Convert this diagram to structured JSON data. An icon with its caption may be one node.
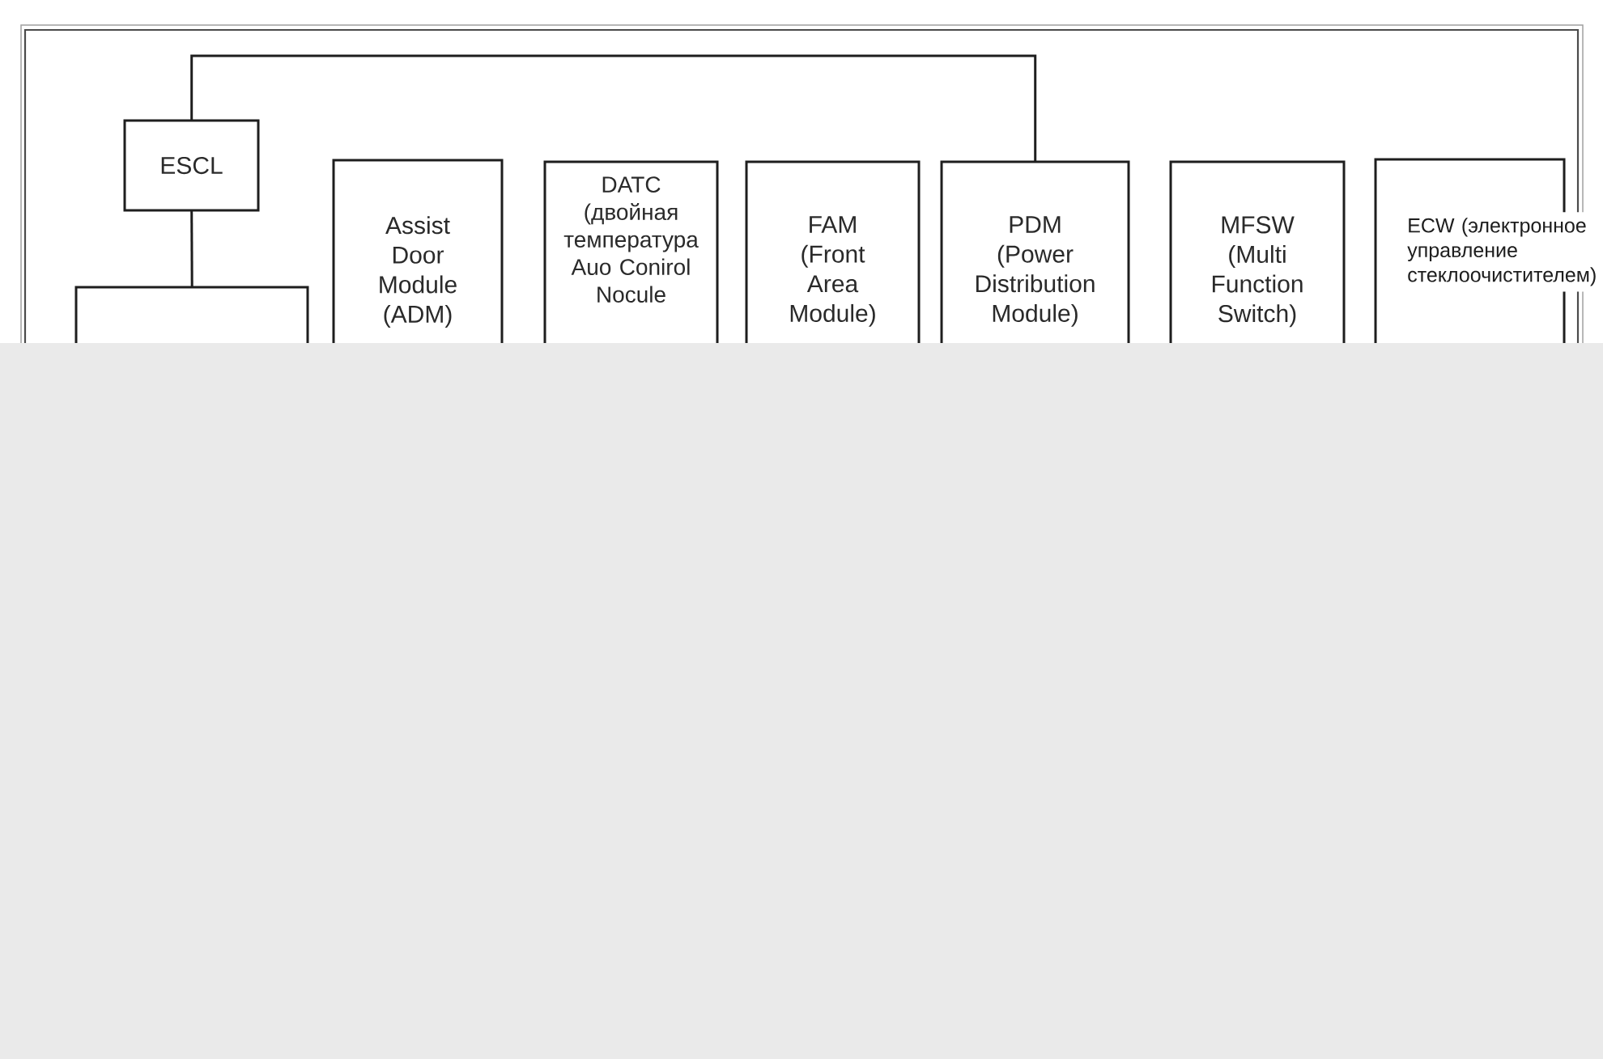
{
  "diagram": {
    "nodes": [
      {
        "text": [
          "ESCL"
        ]
      },
      {
        "text": [
          "Assist Door Module (ADM)"
        ]
      },
      {
        "text": [
          "DATC (двойная температура Auo Conirol Nocule"
        ]
      },
      {
        "text": [
          "FAM (Front Area Module)"
        ]
      },
      {
        "text": [
          "PDM (Power Distribution Module)"
        ]
      },
      {
        "text": [
          "MFSW (Multi Function Switch)"
        ]
      },
      {
        "text": [
          "ECW (электронное управление стеклоочистителем)"
        ]
      },
      {
        "text": [],
        "shape": "box"
      }
    ],
    "edges": [
      {
        "from": 0,
        "to": 4,
        "arrow": "none"
      },
      {
        "from": 0,
        "to": 7,
        "arrow": "none"
      }
    ]
  }
}
